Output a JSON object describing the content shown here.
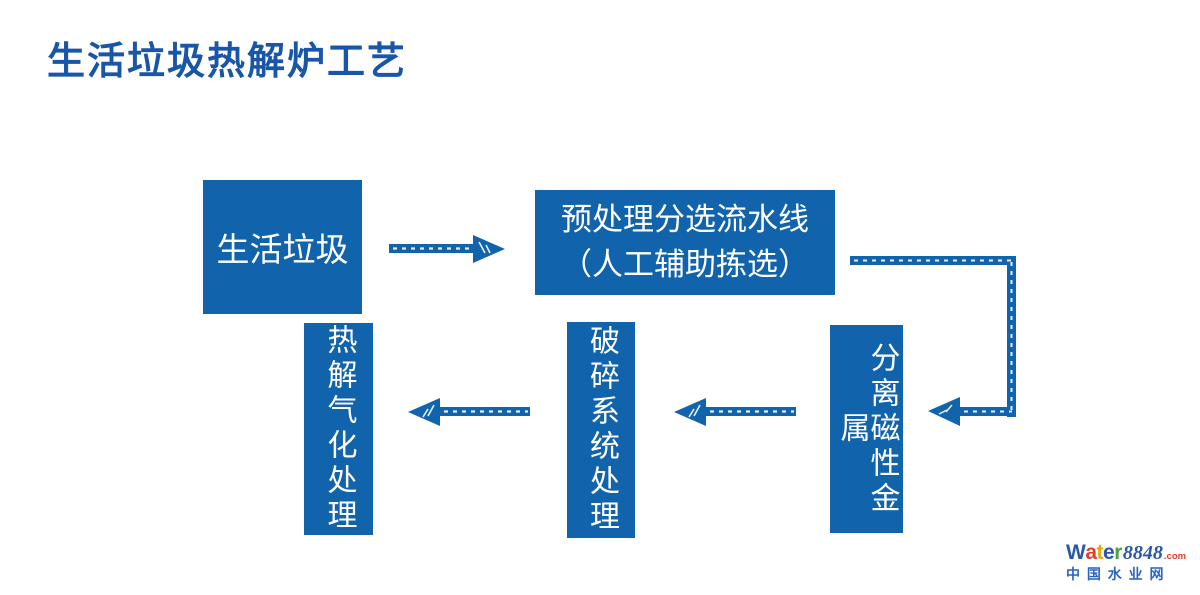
{
  "page": {
    "title": "生活垃圾热解炉工艺"
  },
  "colors": {
    "box_blue": "#1164ab",
    "title_blue": "#1856a7",
    "arrow_blue": "#1164ab",
    "background": "#ffffff",
    "logo_blue": "#2b57a8",
    "logo_red": "#e23d28",
    "logo_yellow": "#f0a30a",
    "logo_green": "#4ba143",
    "logo_subtitle_blue": "#2a63c4"
  },
  "diagram": {
    "nodes": [
      {
        "id": "domestic-waste",
        "label": "生活垃圾"
      },
      {
        "id": "pretreatment-line",
        "label": "预处理分选流水线\n（人工辅助拣选）"
      },
      {
        "id": "magnetic-separation",
        "label": "分离磁性金属"
      },
      {
        "id": "crushing-system",
        "label": "破碎系统处理"
      },
      {
        "id": "pyrolysis-gasification",
        "label": "热解气化处理"
      }
    ],
    "flow_order": [
      "domestic-waste",
      "pretreatment-line",
      "magnetic-separation",
      "crushing-system",
      "pyrolysis-gasification"
    ]
  },
  "logo": {
    "letters": [
      "W",
      "a",
      "t",
      "e",
      "r"
    ],
    "number": "8848",
    "tld": ".com",
    "subtitle": "中 国 水 业 网"
  }
}
